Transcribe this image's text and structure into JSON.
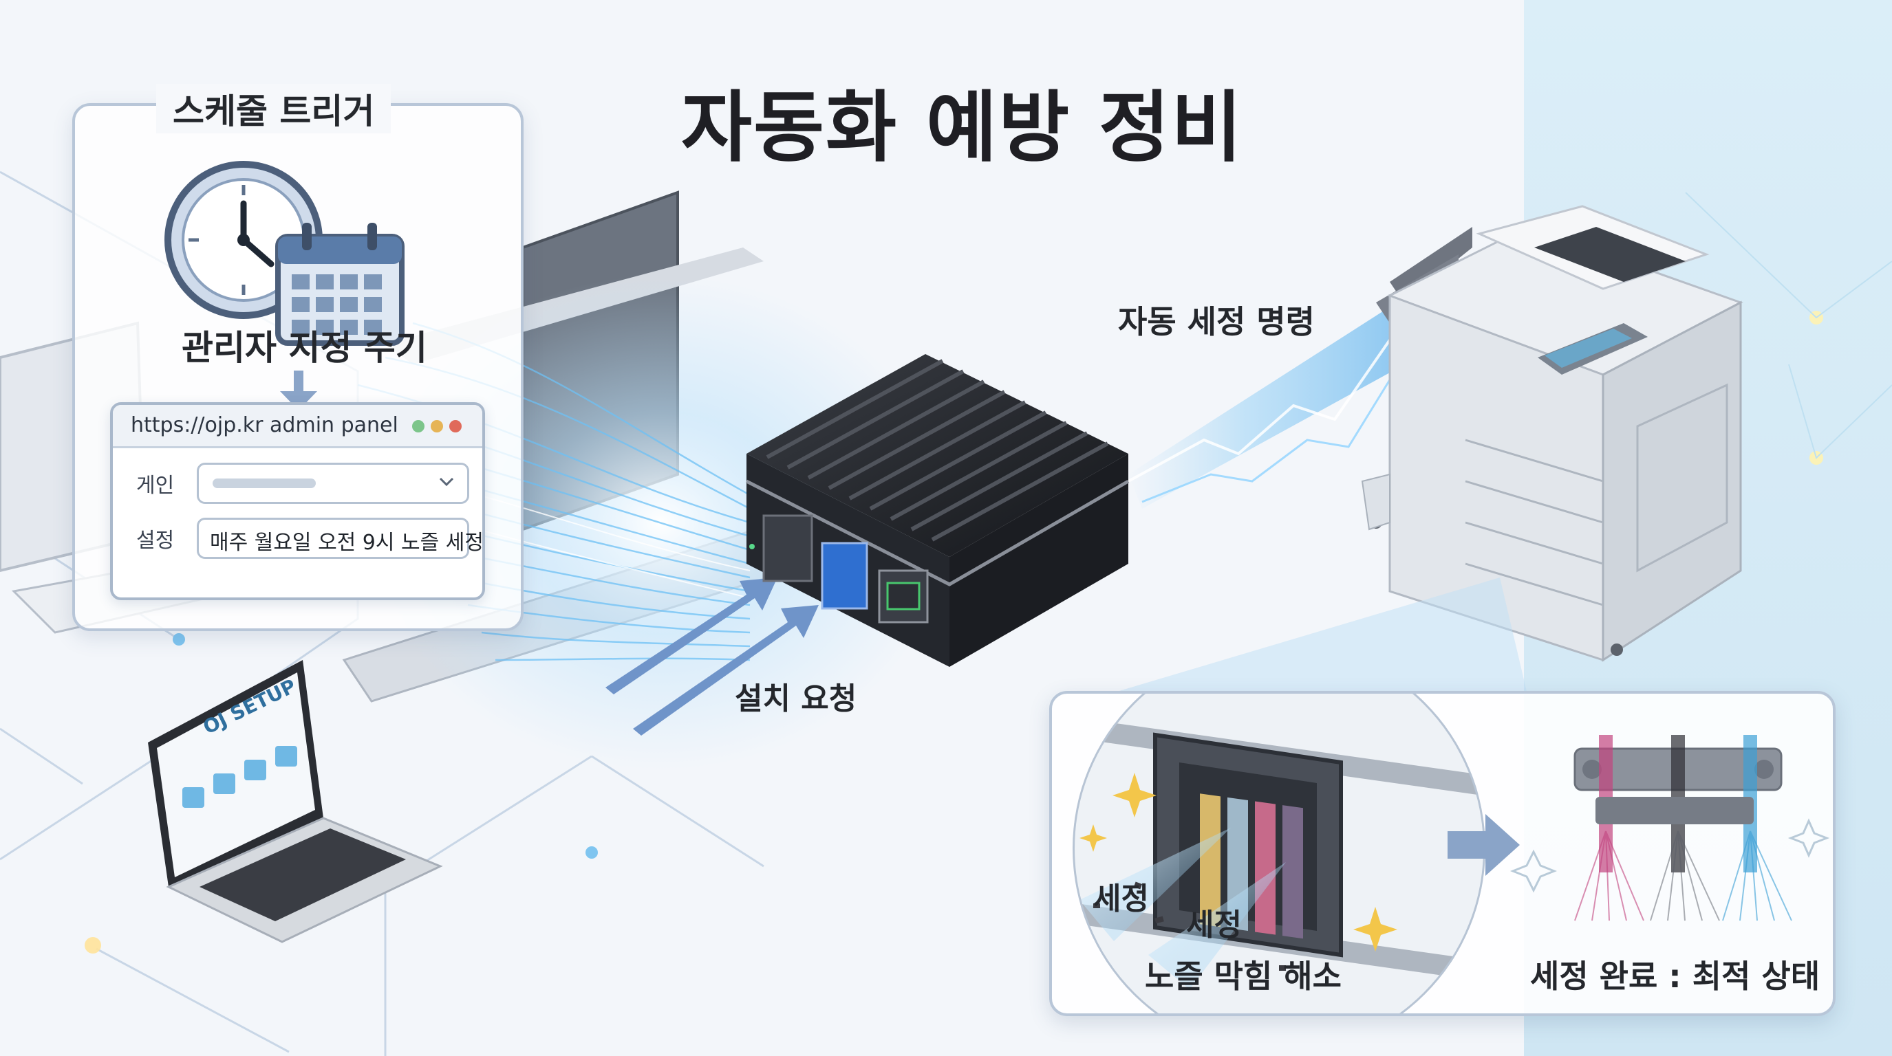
{
  "title": "자동화 예방 정비",
  "schedule_panel": {
    "title": "스케줄 트리거",
    "subtitle": "관리자 지정 주기",
    "admin_panel": {
      "url": "https://ojp.kr admin panel",
      "row1_label": "게인",
      "row2_label": "설정",
      "row2_value": "매주 월요일 오전 9시 노즐 세정"
    }
  },
  "laptop_screen": {
    "title": "OJ SETUP"
  },
  "flow_labels": {
    "install_request": "설치 요청",
    "auto_clean_command": "자동 세정 명령"
  },
  "detail_panel": {
    "clean_label_1": "세정",
    "clean_label_2": "세정",
    "before_caption": "노즐 막힘 해소",
    "after_caption": "세정 완료 : 최적 상태"
  },
  "colors": {
    "accent_blue": "#3aa0e8",
    "arrow_blue": "#5b86c4",
    "ink_magenta": "#c2457f",
    "ink_black": "#2d2d35",
    "ink_cyan": "#3c9fd6"
  },
  "icons": [
    "clock-icon",
    "calendar-icon",
    "down-arrow-icon",
    "chevron-down-icon",
    "sparkle-icon",
    "right-arrow-icon"
  ]
}
